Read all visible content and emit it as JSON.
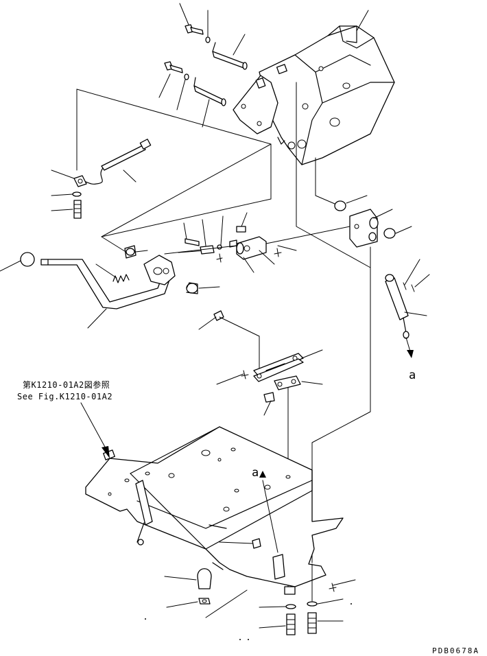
{
  "drawing_number": "PDB0678A",
  "reference_note": {
    "line_ja": "第K1210-01A2図参照",
    "line_en": "See Fig.K1210-01A2"
  },
  "view_markers": [
    {
      "id": "a-upper",
      "label": "a"
    },
    {
      "id": "a-lower",
      "label": "a"
    }
  ]
}
